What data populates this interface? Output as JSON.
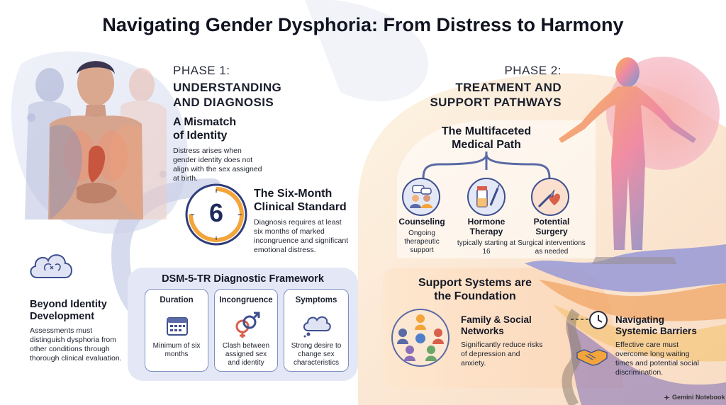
{
  "title": "Navigating Gender Dysphoria: From Distress to Harmony",
  "phase1": {
    "label": "PHASE 1:",
    "title_line1": "UNDERSTANDING",
    "title_line2": "AND DIAGNOSIS",
    "mismatch": {
      "title_line1": "A Mismatch",
      "title_line2": "of Identity",
      "text": "Distress arises when gender identity does not align with the sex assigned at birth."
    },
    "six_month": {
      "number": "6",
      "title_line1": "The Six-Month",
      "title_line2": "Clinical Standard",
      "text": "Diagnosis requires at least six months of marked incongruence and significant emotional distress."
    },
    "beyond": {
      "title_line1": "Beyond Identity",
      "title_line2": "Development",
      "text": "Assessments must distinguish dysphoria from other conditions through thorough clinical evaluation."
    },
    "framework": {
      "title": "DSM-5-TR Diagnostic Framework",
      "cards": [
        {
          "title": "Duration",
          "icon": "calendar-icon",
          "text": "Minimum of six months"
        },
        {
          "title": "Incongruence",
          "icon": "gender-symbols-icon",
          "text": "Clash between assigned sex and identity"
        },
        {
          "title": "Symptoms",
          "icon": "thought-cloud-icon",
          "text": "Strong desire to change sex characteristics"
        }
      ]
    }
  },
  "phase2": {
    "label": "PHASE 2:",
    "title_line1": "TREATMENT AND",
    "title_line2": "SUPPORT PATHWAYS",
    "medical": {
      "title_line1": "The Multifaceted",
      "title_line2": "Medical Path",
      "items": [
        {
          "title_line1": "Counseling",
          "title_line2": "",
          "icon": "counseling-icon",
          "text": "Ongoing therapeutic support"
        },
        {
          "title_line1": "Hormone",
          "title_line2": "Therapy",
          "icon": "hormone-vial-icon",
          "text": "typically starting at 16"
        },
        {
          "title_line1": "Potential",
          "title_line2": "Surgery",
          "icon": "scalpel-heart-icon",
          "text": "Surgical interventions as needed"
        }
      ]
    },
    "support": {
      "title_line1": "Support Systems are",
      "title_line2": "the Foundation",
      "family": {
        "title_line1": "Family & Social",
        "title_line2": "Networks",
        "text": "Significantly reduce risks of depression and anxiety."
      },
      "barriers": {
        "title_line1": "Navigating",
        "title_line2": "Systemic Barriers",
        "text": "Effective care must overcome long waiting times and potential social discrimination."
      }
    }
  },
  "footer": "Gemini Notebook",
  "colors": {
    "accent_blue": "#3e4f8f",
    "ring_orange": "#f3a53b",
    "card_border": "#7f8fc4",
    "warm_peach": "#fbd7b4",
    "cool_lavender": "#dde2f3"
  }
}
